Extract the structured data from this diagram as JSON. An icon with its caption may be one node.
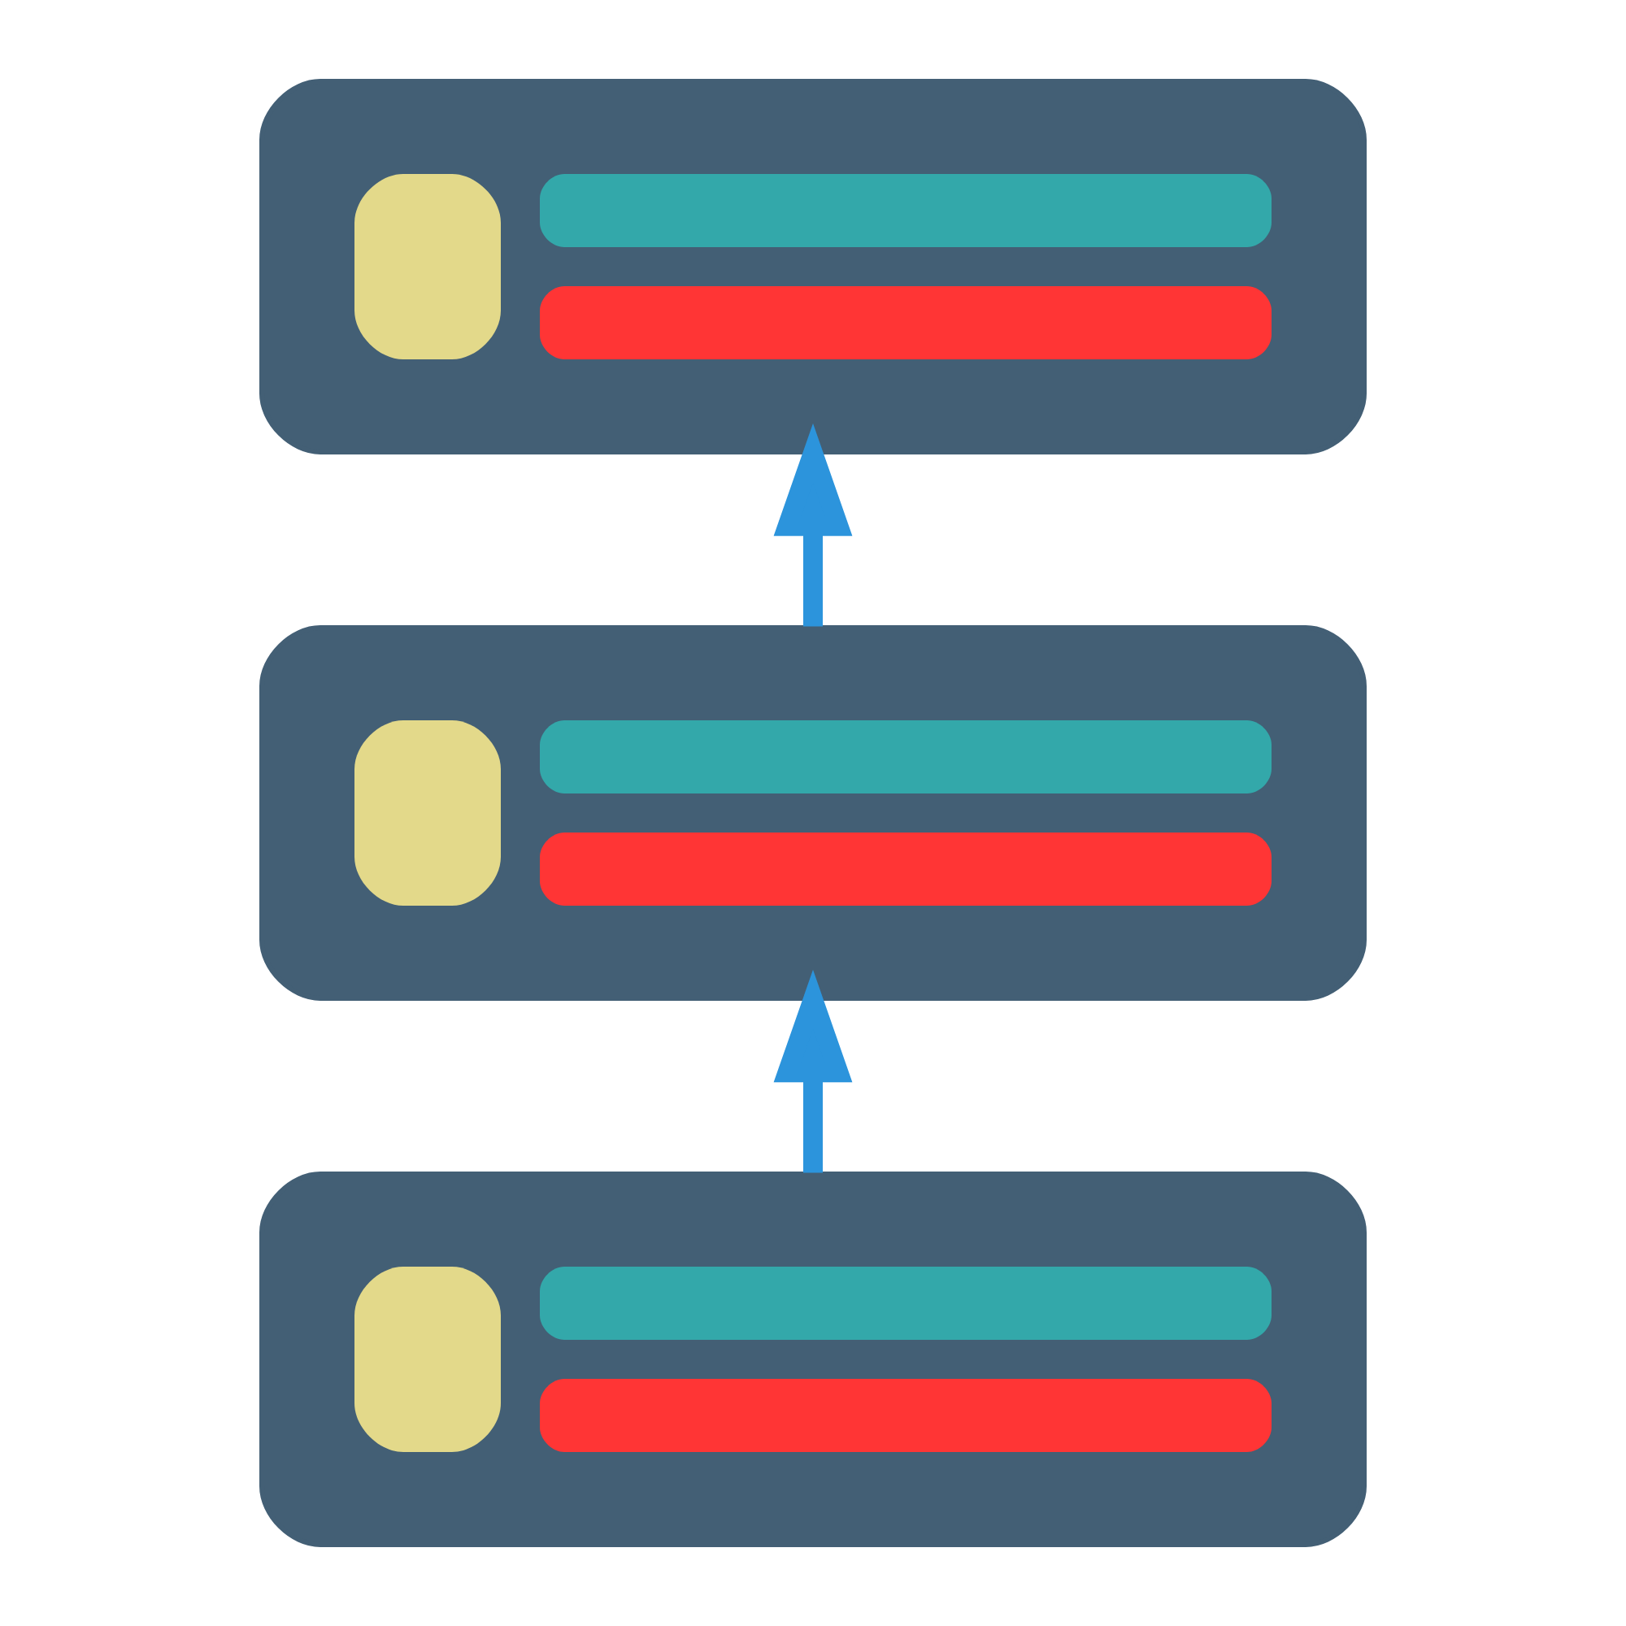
{
  "diagram": {
    "nodes": [
      {
        "text": [],
        "shape": "box"
      },
      {
        "text": [],
        "shape": "box"
      },
      {
        "text": [],
        "shape": "box"
      }
    ],
    "edges": [
      {
        "from": 2,
        "to": 1,
        "arrow": "to"
      },
      {
        "from": 1,
        "to": 0,
        "arrow": "to"
      }
    ]
  }
}
